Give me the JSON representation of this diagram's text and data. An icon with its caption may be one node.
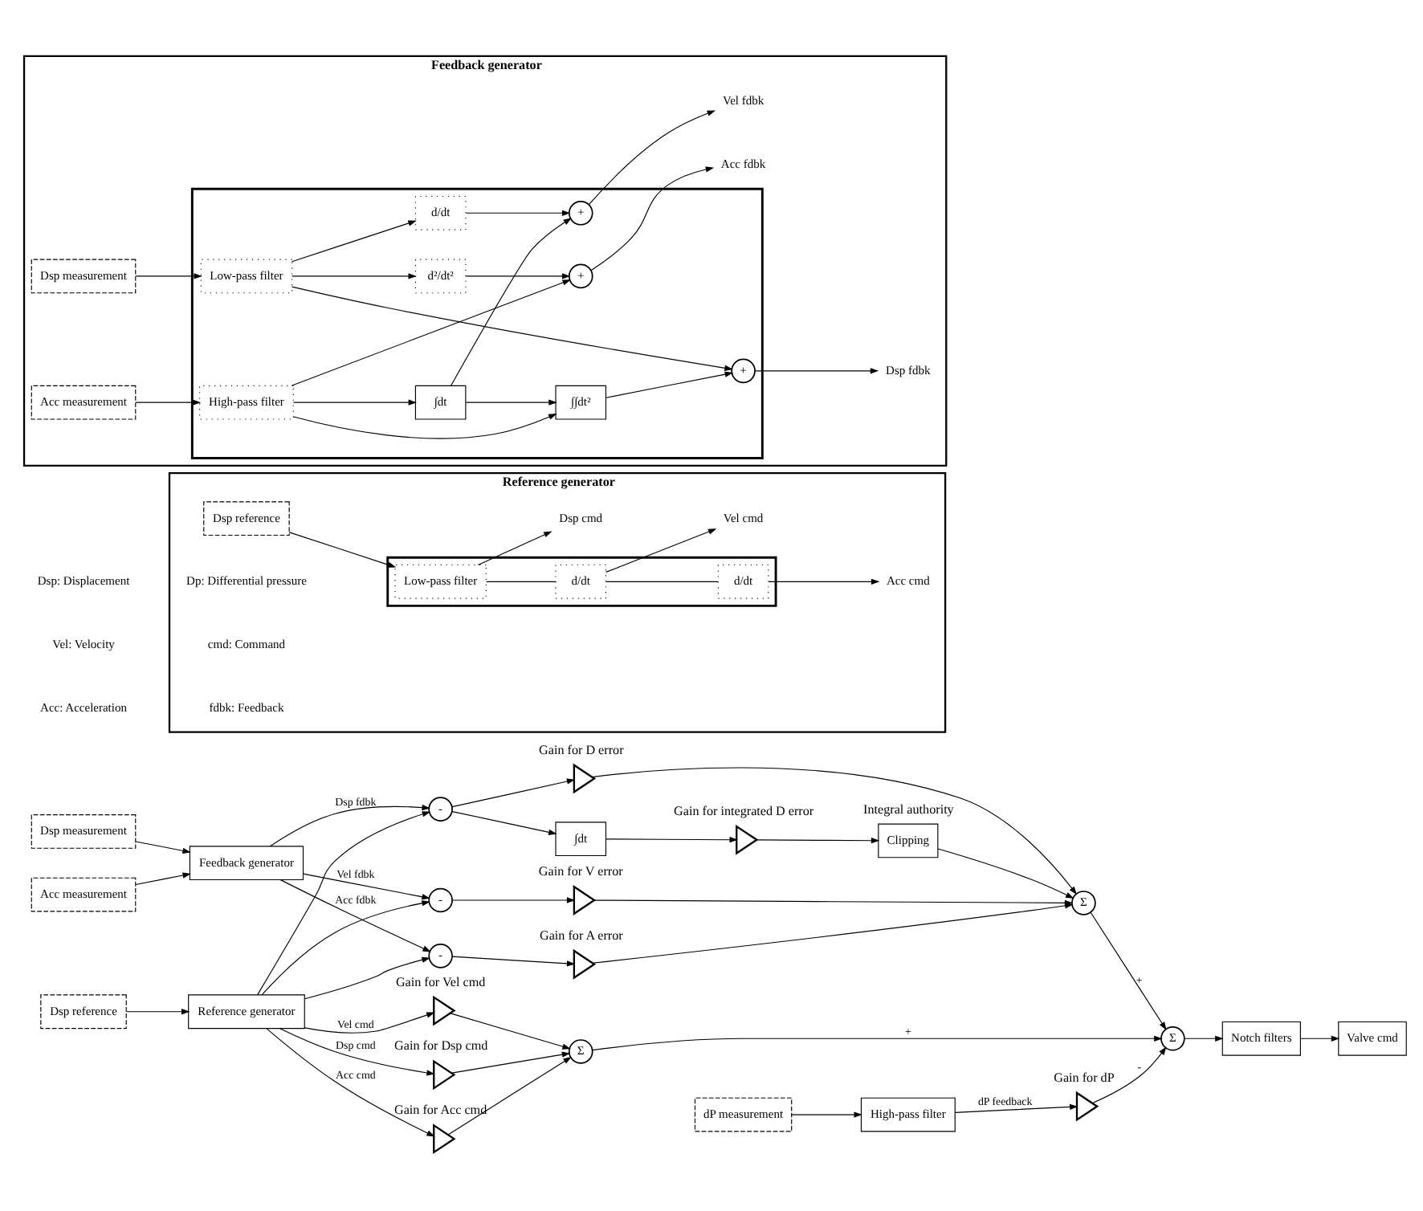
{
  "diagram": {
    "nodes": [
      {
        "text": [
          "Dsp reference"
        ]
      },
      {
        "text": [
          "Reference generator"
        ]
      },
      {
        "text": [
          "Dsp measurement"
        ]
      },
      {
        "text": [
          "Acc measurement"
        ]
      },
      {
        "text": [
          "Feedback generator"
        ]
      },
      {
        "text": [
          "dP measurement"
        ]
      },
      {
        "text": [
          "High-pass filter"
        ]
      },
      {
        "text": [],
        "shape": "triangle",
        "beside": [
          "Gain for Dsp cmd"
        ]
      },
      {
        "text": [],
        "shape": "triangle",
        "beside": [
          "Gain for Vel cmd"
        ]
      },
      {
        "text": [],
        "shape": "triangle",
        "beside": [
          "Gain for Acc cmd"
        ]
      },
      {
        "text": [
          "Σ"
        ]
      },
      {
        "text": [
          "-"
        ]
      },
      {
        "text": [
          "-"
        ]
      },
      {
        "text": [
          "-"
        ]
      },
      {
        "text": [
          "∫dt"
        ]
      },
      {
        "text": [],
        "shape": "triangle",
        "beside": [
          "Gain for integrated D error"
        ]
      },
      {
        "text": [
          "Clipping"
        ],
        "beside": [
          "Integral authority"
        ]
      },
      {
        "text": [],
        "shape": "triangle",
        "beside": [
          "Gain for D error"
        ]
      },
      {
        "text": [],
        "shape": "triangle",
        "beside": [
          "Gain for V error"
        ]
      },
      {
        "text": [],
        "shape": "triangle",
        "beside": [
          "Gain for A error"
        ]
      },
      {
        "text": [
          "Σ"
        ]
      },
      {
        "text": [
          "Σ"
        ]
      },
      {
        "text": [
          "Notch filters"
        ]
      },
      {
        "text": [
          "Valve cmd"
        ]
      },
      {
        "text": [],
        "shape": "triangle",
        "beside": [
          "Gain for dP"
        ]
      },
      {
        "text": [
          "Reference generator"
        ]
      },
      {
        "text": [],
        "shape": "box",
        "in": 25
      },
      {
        "text": [
          "Dsp reference"
        ],
        "in": 25
      },
      {
        "text": [
          "Low-pass filter"
        ],
        "in": 26
      },
      {
        "text": [
          "d/dt"
        ],
        "in": 26
      },
      {
        "text": [
          "d/dt"
        ],
        "in": 26
      },
      {
        "text": [
          "Dsp cmd"
        ],
        "in": 25
      },
      {
        "text": [
          "Vel cmd"
        ],
        "in": 25
      },
      {
        "text": [
          "Acc cmd"
        ],
        "in": 25
      },
      {
        "text": [
          "Feedback generator"
        ]
      },
      {
        "text": [],
        "shape": "box",
        "in": 34
      },
      {
        "text": [
          "Dsp measurement"
        ],
        "in": 34
      },
      {
        "text": [
          "Acc measurement"
        ],
        "in": 34
      },
      {
        "text": [
          "Low-pass filter"
        ],
        "in": 35
      },
      {
        "text": [
          "+"
        ],
        "in": 35
      },
      {
        "text": [
          "d/dt"
        ],
        "in": 35
      },
      {
        "text": [
          "d²/dt²"
        ],
        "in": 35
      },
      {
        "text": [
          "High-pass filter"
        ],
        "in": 35
      },
      {
        "text": [
          "+"
        ],
        "in": 35
      },
      {
        "text": [
          "∫dt"
        ],
        "in": 35
      },
      {
        "text": [
          "∫∫dt²"
        ],
        "in": 35
      },
      {
        "text": [
          "+"
        ],
        "in": 35
      },
      {
        "text": [
          "Dsp fdbk"
        ],
        "in": 34
      },
      {
        "text": [
          "Acc fdbk"
        ],
        "in": 34
      },
      {
        "text": [
          "Vel fdbk"
        ],
        "in": 34
      }
    ],
    "edges": [
      {
        "from": 0,
        "to": 1,
        "arrow": "to"
      },
      {
        "from": 1,
        "to": 7,
        "arrow": "to",
        "label": "Dsp cmd"
      },
      {
        "from": 1,
        "to": 8,
        "arrow": "to",
        "label": "Vel cmd"
      },
      {
        "from": 1,
        "to": 9,
        "arrow": "to",
        "label": "Acc cmd"
      },
      {
        "from": 1,
        "to": 11,
        "arrow": "to"
      },
      {
        "from": 1,
        "to": 12,
        "arrow": "to"
      },
      {
        "from": 1,
        "to": 13,
        "arrow": "to"
      },
      {
        "from": 7,
        "to": 10,
        "arrow": "to"
      },
      {
        "from": 8,
        "to": 10,
        "arrow": "to"
      },
      {
        "from": 9,
        "to": 10,
        "arrow": "to"
      },
      {
        "from": 2,
        "to": 4,
        "arrow": "to"
      },
      {
        "from": 3,
        "to": 4,
        "arrow": "to"
      },
      {
        "from": 4,
        "to": 11,
        "arrow": "to",
        "label": "Dsp fdbk"
      },
      {
        "from": 4,
        "to": 12,
        "arrow": "to",
        "label": "Vel fdbk"
      },
      {
        "from": 4,
        "to": 13,
        "arrow": "to",
        "label": "Acc fdbk"
      },
      {
        "from": 11,
        "to": 17,
        "arrow": "to"
      },
      {
        "from": 11,
        "to": 14,
        "arrow": "to"
      },
      {
        "from": 12,
        "to": 18,
        "arrow": "to"
      },
      {
        "from": 13,
        "to": 19,
        "arrow": "to"
      },
      {
        "from": 14,
        "to": 15,
        "arrow": "to"
      },
      {
        "from": 15,
        "to": 16,
        "arrow": "to"
      },
      {
        "from": 16,
        "to": 20,
        "arrow": "to"
      },
      {
        "from": 17,
        "to": 20,
        "arrow": "to"
      },
      {
        "from": 18,
        "to": 20,
        "arrow": "to"
      },
      {
        "from": 19,
        "to": 20,
        "arrow": "to"
      },
      {
        "from": 10,
        "to": 21,
        "arrow": "to",
        "label": "+"
      },
      {
        "from": 20,
        "to": 21,
        "arrow": "to",
        "label": "+"
      },
      {
        "from": 24,
        "to": 21,
        "arrow": "to",
        "label": "-"
      },
      {
        "from": 21,
        "to": 22,
        "arrow": "to"
      },
      {
        "from": 22,
        "to": 23,
        "arrow": "to"
      },
      {
        "from": 5,
        "to": 6,
        "arrow": "to"
      },
      {
        "from": 6,
        "to": 24,
        "arrow": "to",
        "label": "dP feedback"
      },
      {
        "from": 27,
        "to": 28,
        "arrow": "to"
      },
      {
        "from": 28,
        "to": 31,
        "arrow": "to"
      },
      {
        "from": 28,
        "to": 29,
        "arrow": "none"
      },
      {
        "from": 29,
        "to": 32,
        "arrow": "to"
      },
      {
        "from": 29,
        "to": 30,
        "arrow": "none"
      },
      {
        "from": 30,
        "to": 33,
        "arrow": "to"
      },
      {
        "from": 36,
        "to": 38,
        "arrow": "to"
      },
      {
        "from": 38,
        "to": 39,
        "arrow": "to"
      },
      {
        "from": 38,
        "to": 40,
        "arrow": "to"
      },
      {
        "from": 38,
        "to": 41,
        "arrow": "to"
      },
      {
        "from": 39,
        "to": 47,
        "arrow": "to"
      },
      {
        "from": 40,
        "to": 46,
        "arrow": "to"
      },
      {
        "from": 41,
        "to": 43,
        "arrow": "to"
      },
      {
        "from": 37,
        "to": 42,
        "arrow": "to"
      },
      {
        "from": 42,
        "to": 43,
        "arrow": "to"
      },
      {
        "from": 42,
        "to": 44,
        "arrow": "to"
      },
      {
        "from": 42,
        "to": 45,
        "arrow": "to"
      },
      {
        "from": 43,
        "to": 48,
        "arrow": "to"
      },
      {
        "from": 44,
        "to": 45,
        "arrow": "to"
      },
      {
        "from": 44,
        "to": 46,
        "arrow": "to"
      },
      {
        "from": 45,
        "to": 39,
        "arrow": "to"
      },
      {
        "from": 46,
        "to": 49,
        "arrow": "to"
      }
    ],
    "labels": [
      "Dsp: Displacement",
      "Dp: Differential pressure",
      "Vel: Velocity",
      "cmd: Command",
      "Acc: Acceleration",
      "fdbk: Feedback"
    ]
  }
}
